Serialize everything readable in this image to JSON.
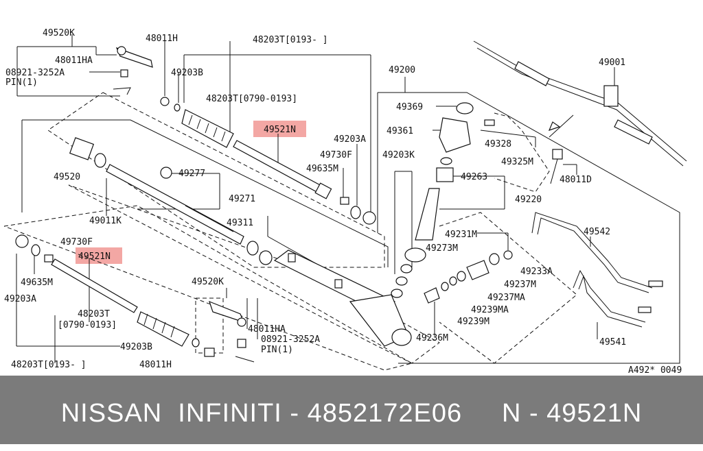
{
  "labels": {
    "l49520K_top": "49520K",
    "l48011HA_top": "48011HA",
    "l08921_top": "08921-3252A",
    "lPIN_top": "PIN(1)",
    "l48011H_top": "48011H",
    "l49203B_top": "49203B",
    "l48203T_0193_top": "48203T[0193-    ]",
    "l48203T_0790_top": "48203T[0790-0193]",
    "l49521N_top": "49521N",
    "l49203A_right": "49203A",
    "l49730F_right": "49730F",
    "l49635M_right": "49635M",
    "l49520": "49520",
    "l49277": "49277",
    "l49271": "49271",
    "l49011K": "49011K",
    "l49311": "49311",
    "l49200": "49200",
    "l49369": "49369",
    "l49361": "49361",
    "l49328": "49328",
    "l49325M": "49325M",
    "l49203K": "49203K",
    "l49263": "49263",
    "l49220": "49220",
    "l49001": "49001",
    "l48011D": "48011D",
    "l49542": "49542",
    "l49231M": "49231M",
    "l49273M": "49273M",
    "l49233A": "49233A",
    "l49237M": "49237M",
    "l49237MA": "49237MA",
    "l49239MA": "49239MA",
    "l49239M": "49239M",
    "l49236M": "49236M",
    "l49541": "49541",
    "l49730F_left": "49730F",
    "l49521N_bottom": "49521N",
    "l49635M_left": "49635M",
    "l49203A_left": "49203A",
    "l49520K_bottom": "49520K",
    "l48203T_bottom": "48203T",
    "l0790_bottom": "[0790-0193]",
    "l48011HA_bottom": "48011HA",
    "l49203B_bottom": "49203B",
    "l08921_bottom": "08921-3252A",
    "lPIN_bottom": "PIN(1)",
    "l48203T_0193_bottom": "48203T[0193-    ]",
    "l48011H_bottom": "48011H",
    "ref_code": "A492* 0049"
  },
  "footer": {
    "text": "NISSAN  INFINITI - 4852172E06     N - 49521N"
  },
  "colors": {
    "highlight": "#f3a7a4",
    "footer_bg": "#7b7b7b"
  }
}
